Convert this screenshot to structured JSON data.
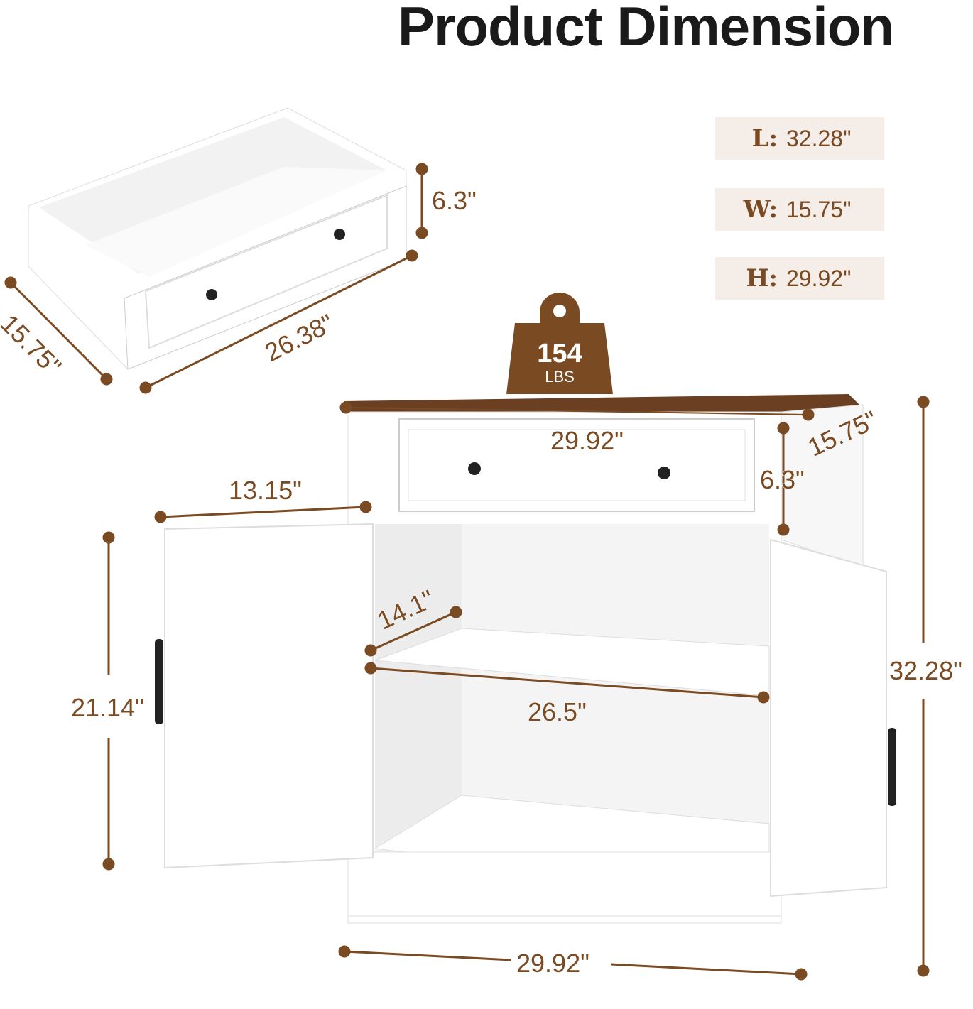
{
  "title": "Product Dimension",
  "specs": [
    {
      "key": "L:",
      "value": "32.28\""
    },
    {
      "key": "W:",
      "value": "15.75\""
    },
    {
      "key": "H:",
      "value": "29.92\""
    }
  ],
  "weight": {
    "value": "154",
    "unit": "LBS"
  },
  "drawer": {
    "height": "6.3\"",
    "length": "26.38\"",
    "depth": "15.75\""
  },
  "cabinet": {
    "top_width": "29.92\"",
    "top_depth": "15.75\"",
    "drawer_height": "6.3\"",
    "door_width": "13.15\"",
    "shelf_depth": "14.1\"",
    "shelf_width": "26.5\"",
    "door_height": "21.14\"",
    "total_height": "32.28\"",
    "bottom_width": "29.92\""
  },
  "colors": {
    "accent": "#7a4a22",
    "spec_bg": "#f5eee8",
    "wood": "#6b3f22"
  }
}
